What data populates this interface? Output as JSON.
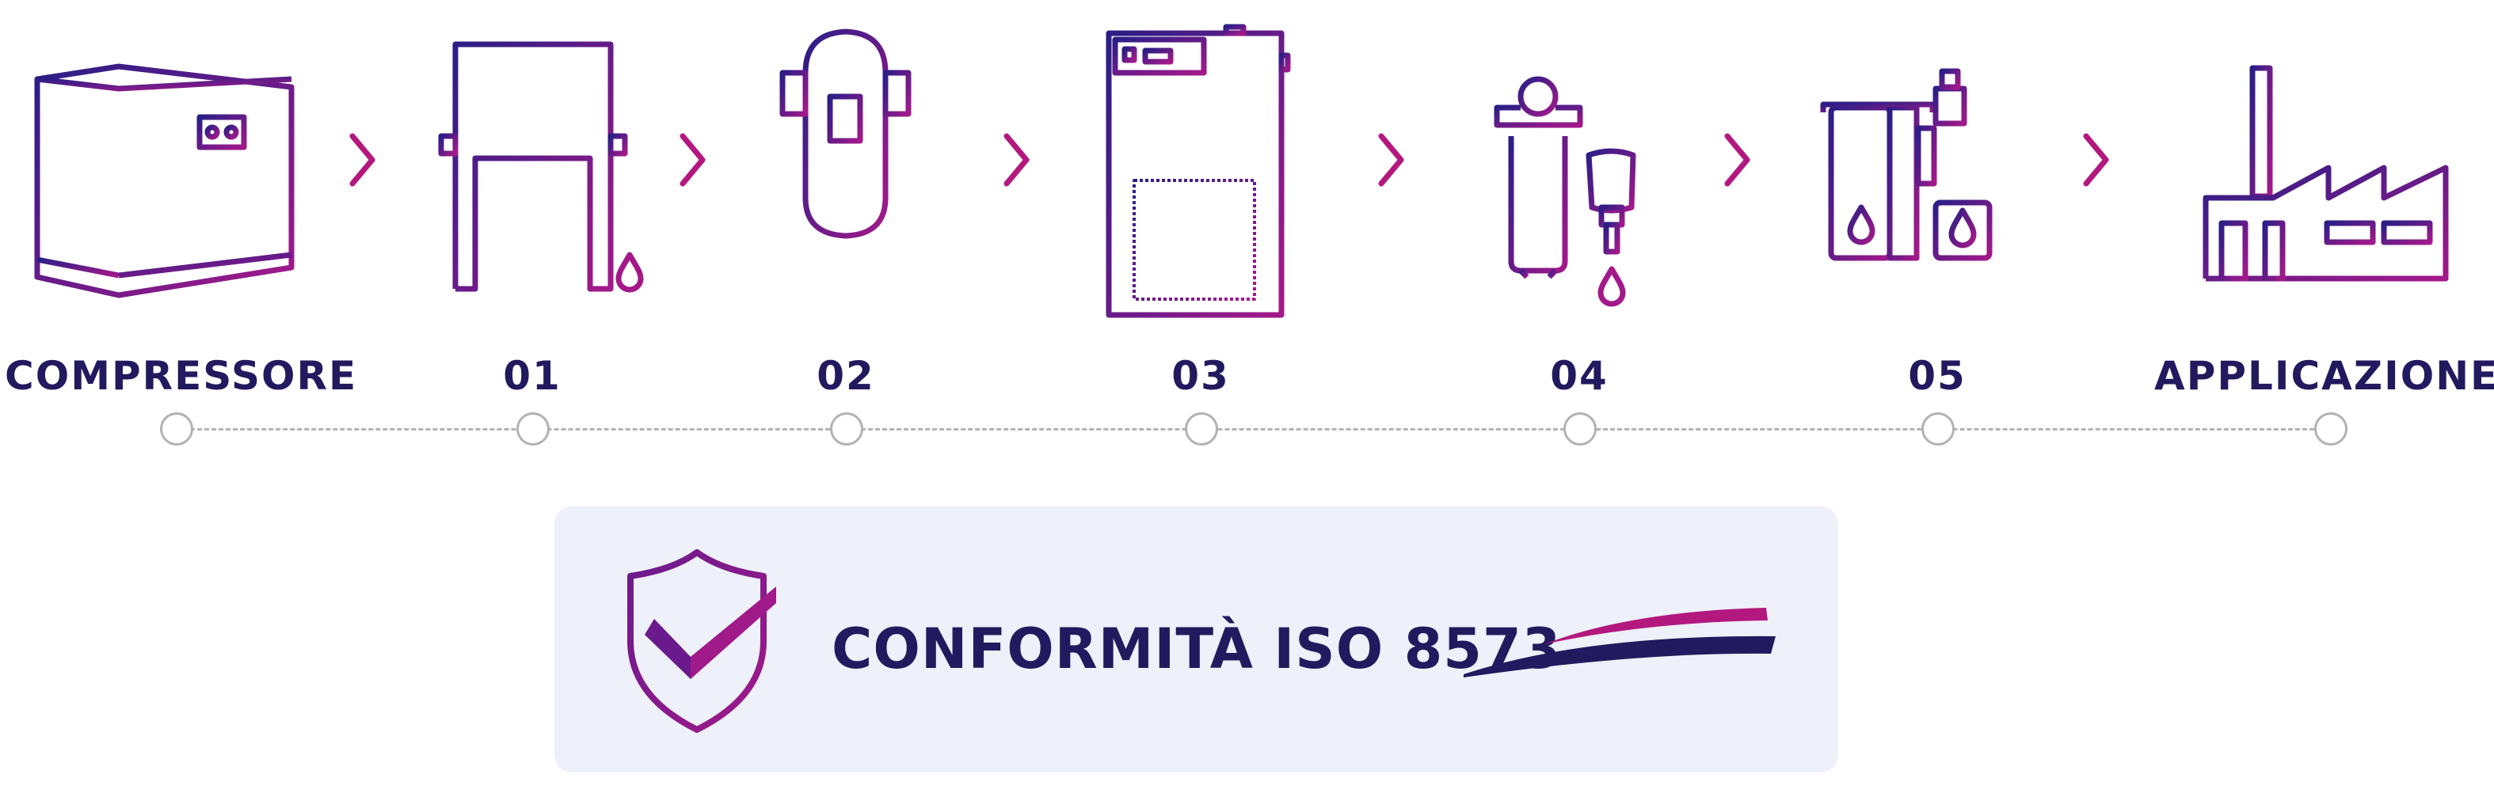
{
  "colors": {
    "navy": "#221a5e",
    "indigo": "#3a1c8c",
    "magenta": "#b3187f",
    "gradient_start": "#2a1e86",
    "gradient_end": "#a3198a",
    "timeline_gray": "#b2b2b2",
    "cert_background": "#eef0fa"
  },
  "stages": [
    {
      "label": "COMPRESSORE",
      "icon": "compressor-icon"
    },
    {
      "label": "01",
      "icon": "aftercooler-icon"
    },
    {
      "label": "02",
      "icon": "air-receiver-tank-icon"
    },
    {
      "label": "03",
      "icon": "dryer-cabinet-icon"
    },
    {
      "label": "04",
      "icon": "filter-icon"
    },
    {
      "label": "05",
      "icon": "oil-water-separator-icon"
    },
    {
      "label": "APPLICAZIONE",
      "icon": "factory-icon"
    }
  ],
  "arrows": [
    "chevron-right-icon",
    "chevron-right-icon",
    "chevron-right-icon",
    "chevron-right-icon",
    "chevron-right-icon",
    "chevron-right-icon"
  ],
  "certification": {
    "text": "CONFORMITÀ ISO 8573",
    "icon": "shield-check-icon",
    "logo": "brand-swoosh-logo"
  }
}
